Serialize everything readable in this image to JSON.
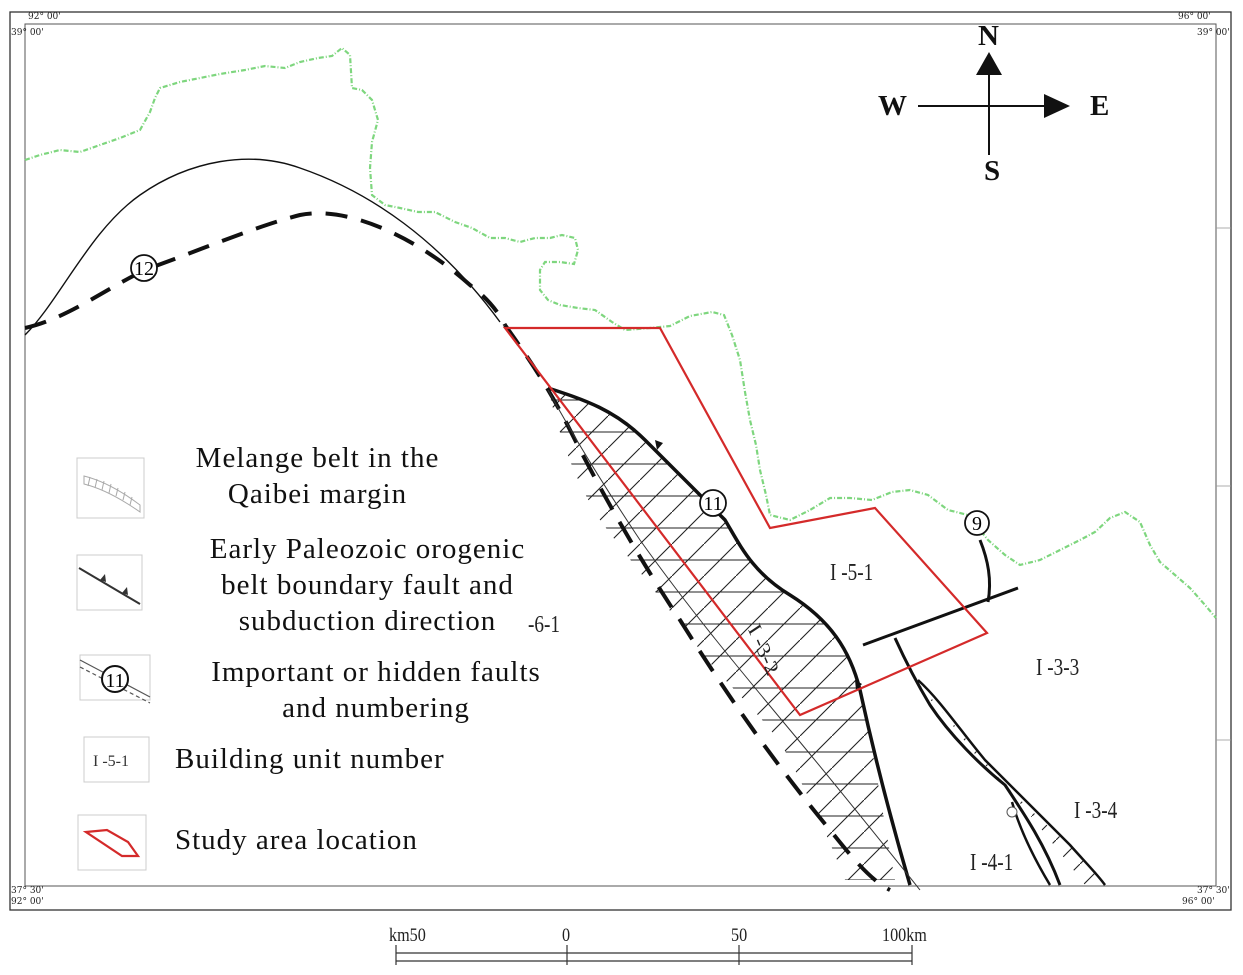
{
  "corner_labels": {
    "top_left_lon": "92° 00'",
    "top_left_lat": "39° 00'",
    "top_right_lon": "96° 00'",
    "top_right_lat": "39° 00'",
    "bottom_left_lat": "37° 30'",
    "bottom_left_lon": "92° 00'",
    "bottom_right_lat": "37° 30'",
    "bottom_right_lon": "96° 00'"
  },
  "compass": {
    "north": "N",
    "south": "S",
    "east": "E",
    "west": "W"
  },
  "fault_numbers": {
    "f12": "12",
    "f11": "11",
    "f9": "9"
  },
  "units": {
    "u_5_1": "I -5-1",
    "u_6_1": "-6-1",
    "u_3_2": "I -3-2",
    "u_3_3": "I -3-3",
    "u_3_4": "I -3-4",
    "u_4_1": "I -4-1"
  },
  "legend": {
    "melange": "Melange belt in the\nQaibei margin",
    "orogenic": "Early Paleozoic orogenic\nbelt boundary fault and\nsubduction direction",
    "faults": "Important or hidden faults\nand numbering",
    "faults_icon_num": "11",
    "unit_number": "Building unit number",
    "unit_icon": "I -5-1",
    "study_area": "Study area location"
  },
  "scale_bar": {
    "labels": [
      "km50",
      "0",
      "50",
      "100km"
    ]
  },
  "colors": {
    "study_area": "#d42a2a",
    "boundary": "#7ed67e",
    "line": "#111111"
  }
}
